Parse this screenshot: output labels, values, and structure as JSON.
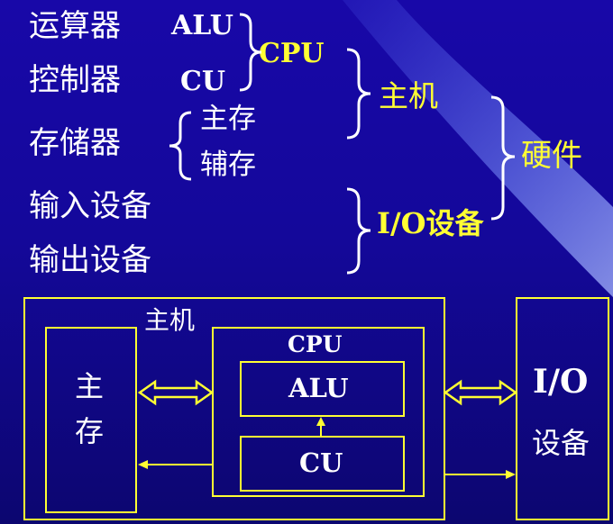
{
  "taxonomy": {
    "alu_component": "运算器",
    "alu_abbr": "ALU",
    "cu_component": "控制器",
    "cu_abbr": "CU",
    "cpu_group": "CPU",
    "storage_component": "存储器",
    "main_memory": "主存",
    "aux_memory": "辅存",
    "host_group": "主机",
    "input_device": "输入设备",
    "output_device": "输出设备",
    "io_group": "I/O设备",
    "hardware_group": "硬件"
  },
  "block_diagram": {
    "host_label": "主机",
    "memory_label_1": "主",
    "memory_label_2": "存",
    "cpu_label": "CPU",
    "alu_label": "ALU",
    "cu_label": "CU",
    "io_label_1": "I/O",
    "io_label_2": "设备"
  },
  "colors": {
    "background": "#14089a",
    "text": "#ffffff",
    "accent": "#ffff33"
  }
}
